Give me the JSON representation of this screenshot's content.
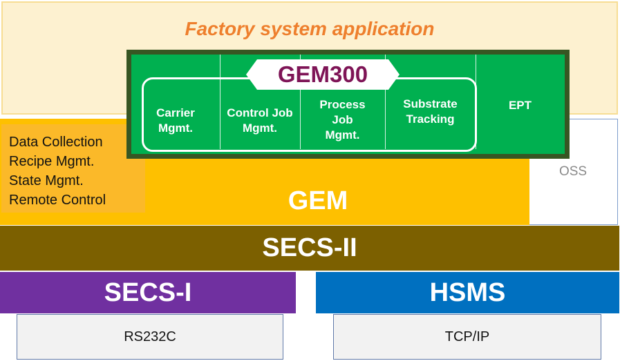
{
  "factory": {
    "title": "Factory system application"
  },
  "gem300": {
    "title": "GEM300",
    "modules": [
      {
        "line1": "Carrier",
        "line2": "Mgmt.",
        "line3": ""
      },
      {
        "line1": "Control Job",
        "line2": "Mgmt.",
        "line3": ""
      },
      {
        "line1": "Process",
        "line2": "Job",
        "line3": "Mgmt."
      },
      {
        "line1": "Substrate",
        "line2": "Tracking",
        "line3": ""
      }
    ],
    "ept": "EPT"
  },
  "gem": {
    "label": "GEM",
    "features": [
      "Data Collection",
      "Recipe Mgmt.",
      "State Mgmt.",
      "Remote Control"
    ]
  },
  "oss": "OSS",
  "secs2": "SECS-II",
  "secs1": "SECS-I",
  "hsms": "HSMS",
  "rs232c": "RS232C",
  "tcpip": "TCP/IP",
  "colors": {
    "factory_bg": "#fdf1d0",
    "factory_title": "#ee7f2d",
    "gem300_frame": "#375623",
    "gem300_fill": "#00b050",
    "gem300_title": "#7e1456",
    "gem": "#fec000",
    "secs2": "#7c6000",
    "secs1": "#7030a0",
    "hsms": "#0070c0",
    "transport": "#f2f2f2"
  }
}
